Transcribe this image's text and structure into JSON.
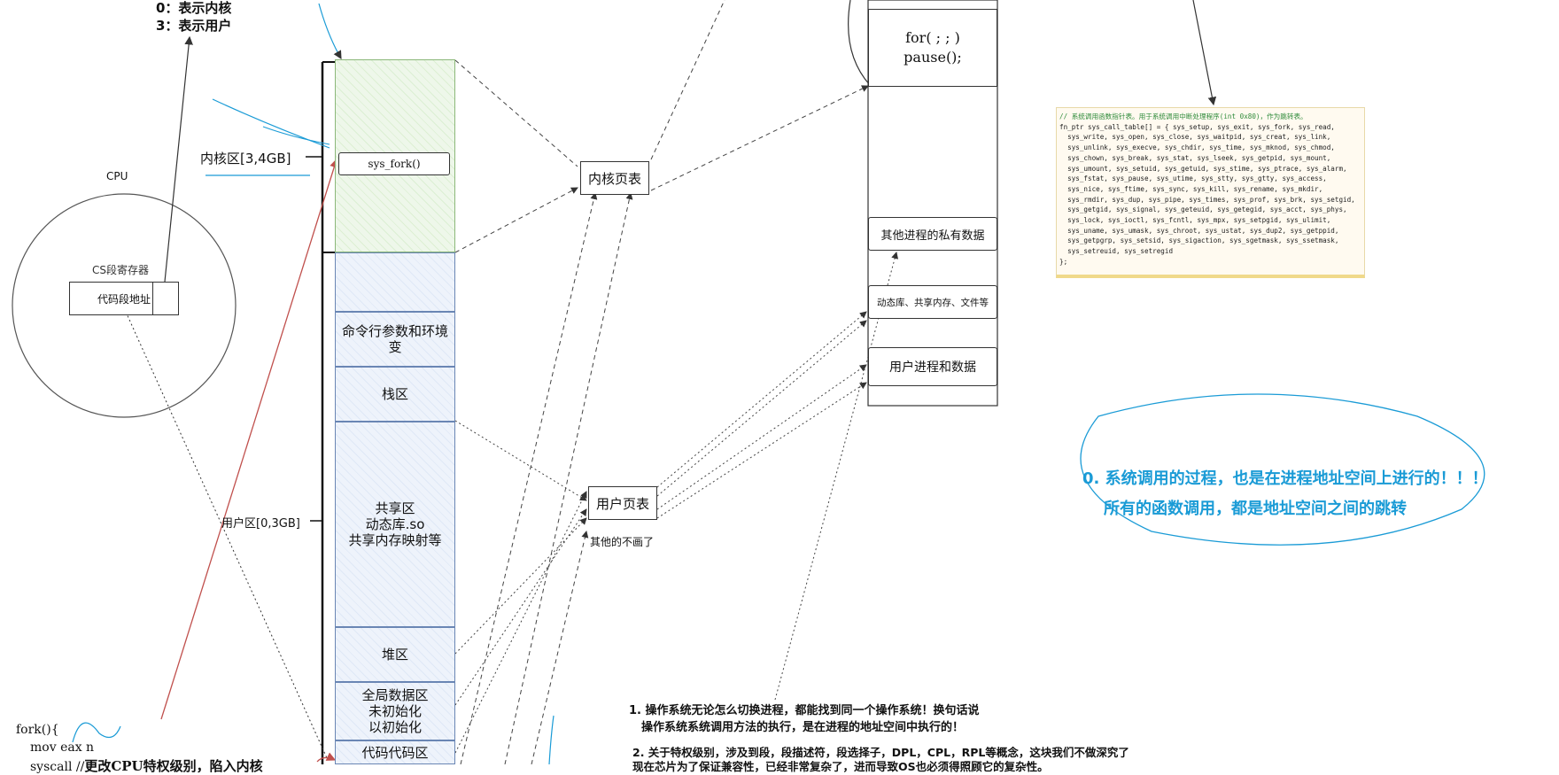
{
  "privilege": {
    "line0": "0：表示内核",
    "line3": "3：表示用户"
  },
  "cpu": {
    "title": "CPU",
    "cs_register": "CS段寄存器",
    "code_addr": "代码段地址"
  },
  "regions": {
    "kernel_label": "内核区[3,4GB]",
    "user_label": "用户区[0,3GB]",
    "sys_fork": "sys_fork()",
    "cmdline": "命令行参数和环境变",
    "stack": "栈区",
    "shared_1": "共享区",
    "shared_2": "动态库.so",
    "shared_3": "共享内存映射等",
    "heap": "堆区",
    "global_1": "全局数据区",
    "global_2": "未初始化",
    "global_3": "以初始化",
    "code": "代码代码区"
  },
  "page_tables": {
    "kernel": "内核页表",
    "user": "用户页表",
    "others_note": "其他的不画了"
  },
  "physical": {
    "loop_1": "for( ; ; )",
    "loop_2": "pause();",
    "private_data": "其他进程的私有数据",
    "shared_libs": "动态库、共享内存、文件等",
    "user_proc": "用户进程和数据"
  },
  "code_snippet": {
    "comment": "// 系统调用函数指针表。用于系统调用中断处理程序(int 0x80)，作为跳转表。",
    "lines": [
      "fn_ptr sys_call_table[] = { sys_setup, sys_exit, sys_fork, sys_read,",
      "  sys_write, sys_open, sys_close, sys_waitpid, sys_creat, sys_link,",
      "  sys_unlink, sys_execve, sys_chdir, sys_time, sys_mknod, sys_chmod,",
      "  sys_chown, sys_break, sys_stat, sys_lseek, sys_getpid, sys_mount,",
      "  sys_umount, sys_setuid, sys_getuid, sys_stime, sys_ptrace, sys_alarm,",
      "  sys_fstat, sys_pause, sys_utime, sys_stty, sys_gtty, sys_access,",
      "  sys_nice, sys_ftime, sys_sync, sys_kill, sys_rename, sys_mkdir,",
      "  sys_rmdir, sys_dup, sys_pipe, sys_times, sys_prof, sys_brk, sys_setgid,",
      "  sys_getgid, sys_signal, sys_geteuid, sys_getegid, sys_acct, sys_phys,",
      "  sys_lock, sys_ioctl, sys_fcntl, sys_mpx, sys_setpgid, sys_ulimit,",
      "  sys_uname, sys_umask, sys_chroot, sys_ustat, sys_dup2, sys_getppid,",
      "  sys_getpgrp, sys_setsid, sys_sigaction, sys_sgetmask, sys_ssetmask,",
      "  sys_setreuid, sys_setregid",
      "};"
    ]
  },
  "fork_code": {
    "line1": "fork(){",
    "line2": "mov eax n",
    "line3_prefix": "syscall //",
    "line3_bold": "更改CPU特权级别，陷入内核"
  },
  "notes": {
    "n1_a": "1. 操作系统无论怎么切换进程，都能找到同一个操作系统！换句话说",
    "n1_b": "操作系统系统调用方法的执行，是在进程的地址空间中执行的！",
    "n2_a": "2. 关于特权级别，涉及到段，段描述符，段选择子，DPL，CPL，RPL等概念，这块我们不做深究了",
    "n2_b": "现在芯片为了保证兼容性，已经非常复杂了，进而导致OS也必须得照顾它的复杂性。"
  },
  "highlight": {
    "line1": "0. 系统调用的过程，也是在进程地址空间上进行的！！！",
    "line2": "所有的函数调用，都是地址空间之间的跳转"
  }
}
